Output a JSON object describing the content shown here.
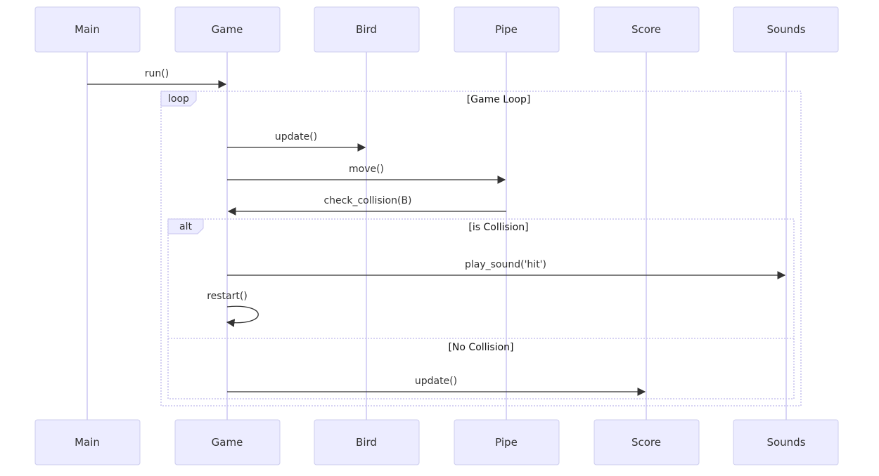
{
  "participants": [
    {
      "id": "main",
      "label": "Main"
    },
    {
      "id": "game",
      "label": "Game"
    },
    {
      "id": "bird",
      "label": "Bird"
    },
    {
      "id": "pipe",
      "label": "Pipe"
    },
    {
      "id": "score",
      "label": "Score"
    },
    {
      "id": "sounds",
      "label": "Sounds"
    }
  ],
  "messages": [
    {
      "from": "main",
      "to": "game",
      "label": "run()"
    },
    {
      "from": "game",
      "to": "bird",
      "label": "update()"
    },
    {
      "from": "game",
      "to": "pipe",
      "label": "move()"
    },
    {
      "from": "pipe",
      "to": "game",
      "label": "check_collision(B)"
    },
    {
      "from": "game",
      "to": "sounds",
      "label": "play_sound('hit')"
    },
    {
      "from": "game",
      "to": "game",
      "label": "restart()"
    },
    {
      "from": "game",
      "to": "score",
      "label": "update()"
    }
  ],
  "frames": {
    "loop": {
      "tag": "loop",
      "condition": "[Game Loop]"
    },
    "alt": {
      "tag": "alt",
      "condition": "[is Collision]",
      "else_condition": "[No Collision]"
    }
  },
  "colors": {
    "actor_fill": "#ECECFF",
    "actor_stroke": "#CCCCEE",
    "lifeline": "#D8D4F6",
    "frame": "#C9C4EF",
    "arrow": "#333333"
  }
}
